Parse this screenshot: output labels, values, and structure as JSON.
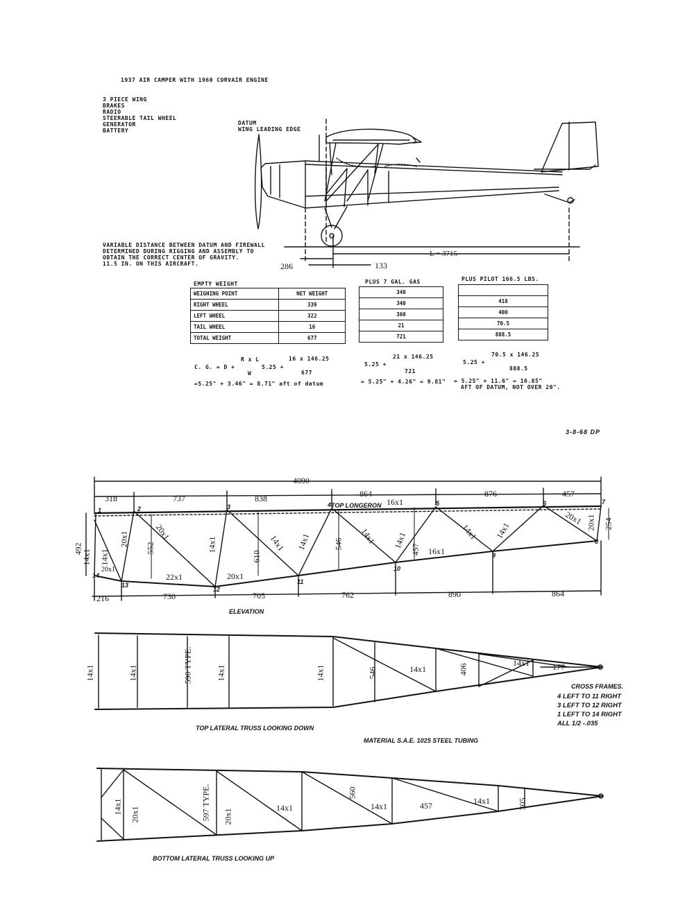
{
  "header": {
    "title": "1937 AIR CAMPER WITH 1960 CORVAIR ENGINE",
    "features": [
      "3 PIECE WING",
      "BRAKES",
      "RADIO",
      "STEERABLE TAIL WHEEL",
      "GENERATOR",
      "BATTERY"
    ]
  },
  "side_view": {
    "datum_label_1": "DATUM",
    "datum_label_2": "WING LEADING EDGE",
    "note": [
      "VARIABLE DISTANCE BETWEEN DATUM AND FIREWALL",
      "DETERMINED DURING RIGGING AND ASSEMBLY TO",
      "OBTAIN THE  CORRECT CENTER OF GRAVITY.",
      "11.5 IN. ON THIS AIRCRAFT."
    ],
    "L_label": "L = 3715",
    "dim_286": "286",
    "dim_133": "133"
  },
  "weights": {
    "empty_title": "EMPTY WEIGHT",
    "gas_title": "PLUS 7 GAL. GAS",
    "pilot_title": "PLUS PILOT 166.5 LBS.",
    "headers": [
      "WEIGHING POINT",
      "NET WEIGHT"
    ],
    "rows": [
      {
        "point": "RIGHT WHEEL",
        "empty": "339",
        "gas": "340",
        "pilot": "418"
      },
      {
        "point": "LEFT WHEEL",
        "empty": "322",
        "gas": "360",
        "pilot": "400"
      },
      {
        "point": "TAIL WHEEL",
        "empty": "16",
        "gas": "21",
        "pilot": "70.5"
      },
      {
        "point": "TOTAL WEIGHT",
        "empty": "677",
        "gas": "721",
        "pilot": "888.5"
      }
    ],
    "gas_first": "340",
    "formula_empty_prefix": "C. G. = D +",
    "formula_empty_num": "R x L",
    "formula_empty_den": "W",
    "formula_empty_mid": "5.25 +",
    "formula_empty_num2": "16 x 146.25",
    "formula_empty_den2": "677",
    "formula_gas_prefix": "5.25 +",
    "formula_gas_num": "21 x 146.25",
    "formula_gas_den": "721",
    "formula_pilot_prefix": "5.25 +",
    "formula_pilot_num": "70.5 x 146.25",
    "formula_pilot_den": "888.5",
    "result_empty": "=5.25\" + 3.46\" = 8.71\" aft of datum",
    "result_gas": "= 5.25\" + 4.26\" = 9.81\"",
    "result_pilot_1": "= 5.25\" + 11.6\" = 16.85\"",
    "result_pilot_2": "AFT OF DATUM, NOT OVER 20\"."
  },
  "signature": "3-8-68 DP",
  "elevation": {
    "overall": "4090",
    "top_dims": [
      "318",
      "737",
      "838",
      "864",
      "876",
      "457"
    ],
    "bottom_dims": [
      "216",
      "730",
      "705",
      "762",
      "890",
      "864"
    ],
    "top_longeron": "TOP LONGERON",
    "verticals": [
      "492",
      "552",
      "610",
      "546",
      "457",
      "254"
    ],
    "tubes": [
      "16x1",
      "14x1",
      "14x1",
      "20x1",
      "20x1",
      "14x1",
      "14x1",
      "14x1",
      "14x1",
      "14x1",
      "14x1",
      "14x1",
      "16x1",
      "20x1",
      "20x1",
      "22x1",
      "20x1"
    ],
    "nodes": [
      "1",
      "2",
      "3",
      "4",
      "5",
      "6",
      "7",
      "8",
      "9",
      "10",
      "11",
      "12",
      "13",
      "14"
    ],
    "caption": "ELEVATION"
  },
  "top_truss": {
    "labels": [
      "14x1",
      "14x1",
      "590 TYPE.",
      "14x1",
      "14x1",
      "546",
      "14x1",
      "406",
      "14x1",
      "177"
    ],
    "caption": "TOP LATERAL TRUSS LOOKING DOWN"
  },
  "notes": {
    "cross_frames_title": "CROSS FRAMES.",
    "cross_frames": [
      "4 LEFT TO 11 RIGHT",
      "3 LEFT  TO 12 RIGHT",
      "1 LEFT  TO 14 RIGHT",
      "ALL 1/2 -.035"
    ],
    "material": "MATERIAL S.A.E. 1025 STEEL TUBING"
  },
  "bottom_truss": {
    "labels": [
      "14x1",
      "20x1",
      "597 TYPE.",
      "20x1",
      "14x1",
      "560",
      "14x1",
      "457",
      "14x1",
      "305"
    ],
    "caption": "BOTTOM LATERAL TRUSS LOOKING UP"
  }
}
